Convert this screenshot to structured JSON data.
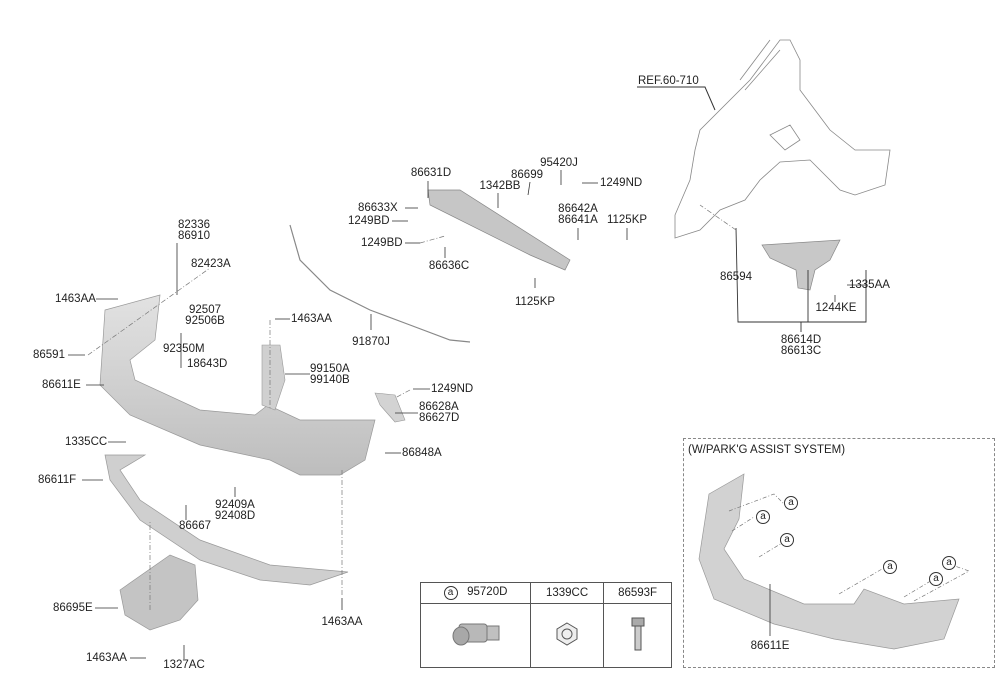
{
  "diagram": {
    "type": "exploded-parts-diagram",
    "subject": "Rear bumper assembly",
    "reference": "REF.60-710",
    "labels": {
      "p82336": "82336",
      "p86910": "86910",
      "p82423A": "82423A",
      "p1463AA_a": "1463AA",
      "p86591": "86591",
      "p92507": "92507",
      "p92506B": "92506B",
      "p92350M": "92350M",
      "p18643D": "18643D",
      "p86611E": "86611E",
      "p1335CC": "1335CC",
      "p86611F": "86611F",
      "p86695E": "86695E",
      "p1463AA_b": "1463AA",
      "p1327AC": "1327AC",
      "p86667": "86667",
      "p92409A": "92409A",
      "p92408D": "92408D",
      "p1463AA_c": "1463AA",
      "p99150A": "99150A",
      "p99140B": "99140B",
      "p91870J": "91870J",
      "p1249ND_a": "1249ND",
      "p86628A": "86628A",
      "p86627D": "86627D",
      "p86848A": "86848A",
      "p1463AA_d": "1463AA",
      "p86631D": "86631D",
      "p86633X": "86633X",
      "p1249BD_a": "1249BD",
      "p1249BD_b": "1249BD",
      "p86636C": "86636C",
      "p1342BB": "1342BB",
      "p86699": "86699",
      "p95420J": "95420J",
      "p1249ND_b": "1249ND",
      "p86642A": "86642A",
      "p86641A": "86641A",
      "p1125KP_a": "1125KP",
      "p1125KP_b": "1125KP",
      "p86594": "86594",
      "p1335AA": "1335AA",
      "p1244KE": "1244KE",
      "p86614D": "86614D",
      "p86613C": "86613C"
    },
    "inset": {
      "title": "(W/PARK'G ASSIST SYSTEM)",
      "part_label": "86611E",
      "callout_letter": "a"
    },
    "parts_table": {
      "callout_letter": "a",
      "columns": [
        "95720D",
        "1339CC",
        "86593F"
      ]
    }
  }
}
